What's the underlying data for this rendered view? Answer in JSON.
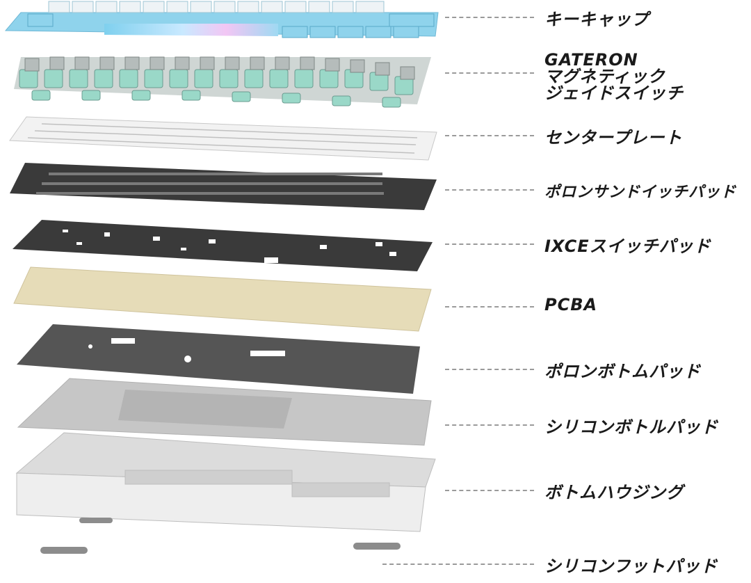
{
  "layers": [
    {
      "id": "keycaps",
      "label": "キーキャップ"
    },
    {
      "id": "switches",
      "label_lines": [
        "GATERON",
        "マグネティック",
        "ジェイドスイッチ"
      ]
    },
    {
      "id": "center-plate",
      "label": "センタープレート"
    },
    {
      "id": "poron-sandwich-pad",
      "label": "ポロンサンドイッチパッド"
    },
    {
      "id": "ixce-switch-pad",
      "label": "IXCEスイッチパッド"
    },
    {
      "id": "pcba",
      "label": "PCBA"
    },
    {
      "id": "poron-bottom-pad",
      "label": "ポロンボトムパッド"
    },
    {
      "id": "silicone-bottle-pad",
      "label": "シリコンボトルパッド"
    },
    {
      "id": "bottom-housing",
      "label": "ボトムハウジング"
    },
    {
      "id": "silicone-foot-pad",
      "label": "シリコンフットパッド"
    }
  ],
  "colors": {
    "keycap_blue": "#8fd3ec",
    "keycap_white": "#eef3f6",
    "switch_jade": "#9ad8c8",
    "plate_white": "#f2f2f2",
    "poron_dark": "#3a3a3a",
    "pcb_beige": "#e6dcb8",
    "bottom_pad_dark": "#555555",
    "silicone_gray": "#c6c6c6",
    "housing_white": "#eeeeee",
    "feet_gray": "#8c8c8c"
  }
}
